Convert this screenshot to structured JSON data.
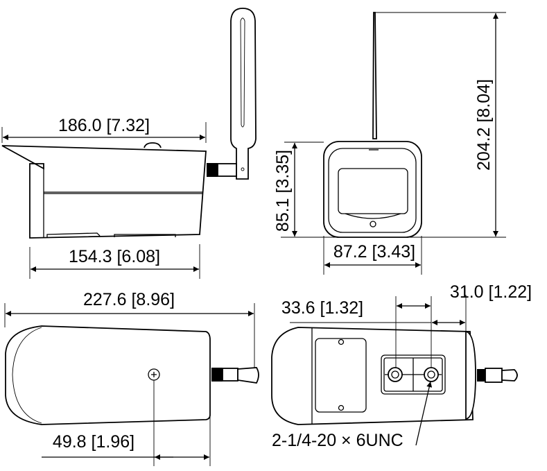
{
  "drawing": {
    "line_color": "#000000",
    "background": "#ffffff",
    "side_view": {
      "overall_length": "186.0 [7.32]",
      "body_length": "154.3 [6.08]"
    },
    "front_view": {
      "total_height": "204.2 [8.04]",
      "body_height": "85.1 [3.35]",
      "body_width": "87.2 [3.43]"
    },
    "bottom_view": {
      "total_length": "227.6 [8.96]",
      "screw_offset": "49.8 [1.96]",
      "mount_hole_spacing": "33.6 [1.32]",
      "mount_to_front": "31.0 [1.22]",
      "thread_spec": "2-1/4-20 × 6UNC"
    }
  }
}
